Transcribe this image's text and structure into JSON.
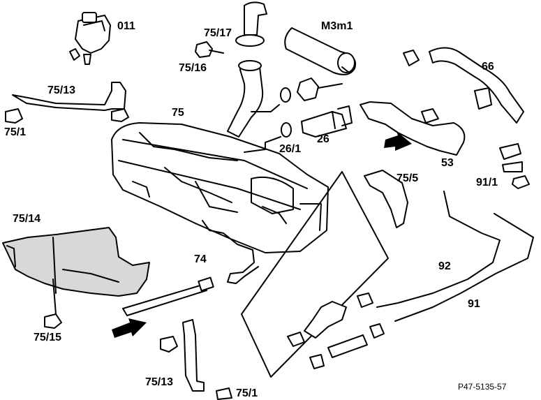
{
  "labels": {
    "p011": "011",
    "p75_17": "75/17",
    "m3m1": "M3m1",
    "p75_16": "75/16",
    "p66": "66",
    "p75_13_top": "75/13",
    "p75": "75",
    "p75_1_top": "75/1",
    "p26_1": "26/1",
    "p26": "26",
    "p53": "53",
    "p91_1": "91/1",
    "p75_5": "75/5",
    "p75_14": "75/14",
    "p74": "74",
    "p92": "92",
    "p91": "91",
    "p75_15": "75/15",
    "p75_13_bottom": "75/13",
    "p75_1_bottom": "75/1"
  },
  "reference_code": "P47-5135-57",
  "colors": {
    "ink": "#000000",
    "paper": "#ffffff",
    "shade": "#d8d8d8"
  },
  "icons": [
    "arrow-icon"
  ]
}
